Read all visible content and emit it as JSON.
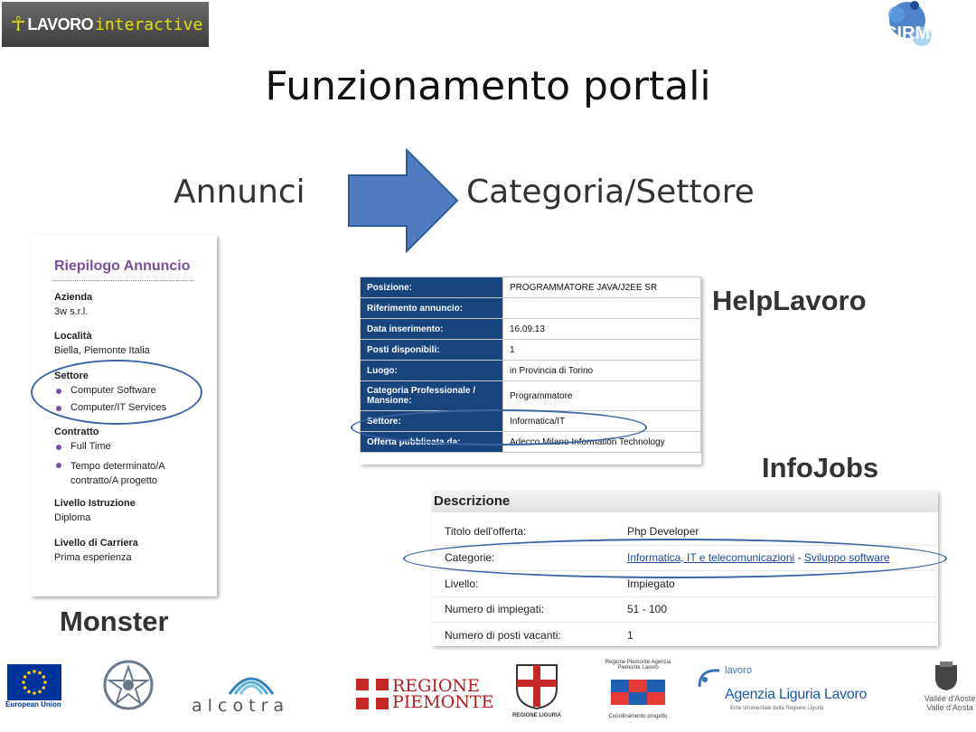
{
  "header": {
    "logo_word1": "LAVORO",
    "logo_word2": "interactive",
    "cirma_logo": "CIRMA",
    "title": "Funzionamento portali"
  },
  "flow": {
    "left_word": "Annunci",
    "right_word": "Categoria/Settore",
    "arrow_color": "#4f7bc0"
  },
  "monster": {
    "brand": "Monster",
    "heading": "Riepilogo Annuncio",
    "fields": [
      {
        "label": "Azienda",
        "value": "3w s.r.l."
      },
      {
        "label": "Località",
        "value": "Biella, Piemonte Italia"
      },
      {
        "label": "Settore",
        "bullets": [
          "Computer Software",
          "Computer/IT Services"
        ]
      },
      {
        "label": "Contratto",
        "bullets": [
          "Full Time",
          "Tempo determinato/A contratto/A progetto"
        ]
      },
      {
        "label": "Livello Istruzione",
        "value": "Diploma"
      },
      {
        "label": "Livello di Carriera",
        "value": "Prima esperienza"
      }
    ]
  },
  "helplavoro": {
    "brand": "HelpLavoro",
    "rows": [
      {
        "label": "Posizione:",
        "value": "PROGRAMMATORE JAVA/J2EE SR"
      },
      {
        "label": "Riferimento annuncio:",
        "value": ""
      },
      {
        "label": "Data inserimento:",
        "value": "16.09.13"
      },
      {
        "label": "Posti disponibili:",
        "value": "1"
      },
      {
        "label": "Luogo:",
        "value": "in Provincia di Torino"
      },
      {
        "label": "Categoria Professionale / Mansione:",
        "value": "Programmatore"
      },
      {
        "label": "Settore:",
        "value": "Informatica/IT"
      },
      {
        "label": "Offerta pubblicata da:",
        "value": "Adecco Milano Information Technology"
      }
    ]
  },
  "infojobs": {
    "brand": "InfoJobs",
    "heading": "Descrizione",
    "rows": [
      {
        "label": "Titolo dell'offerta:",
        "value": "Php Developer"
      },
      {
        "label": "Categorie:",
        "link1": "Informatica, IT e telecomunicazioni",
        "sep": " - ",
        "link2": "Sviluppo software"
      },
      {
        "label": "Livello:",
        "value": "Impiegato"
      },
      {
        "label": "Numero di impiegati:",
        "value": "51 - 100"
      },
      {
        "label": "Numero di posti vacanti:",
        "value": "1"
      }
    ]
  },
  "footer": {
    "eu_text": "European Union",
    "alcotra": "a l c o t r a",
    "regione_piemonte_1": "REGIONE",
    "regione_piemonte_2": "PIEMONTE",
    "regione_liguria": "REGIONE LIGURIA",
    "agenzia_small": "Regione Piemonte Agenzia Piemonte Lavoro",
    "agenzia_small_bottom": "Coordinamento progetto",
    "liguria_lavoro_small": "lavoro",
    "liguria_lavoro": "Agenzia Liguria Lavoro",
    "liguria_lavoro_sub": "Ente strumentale della Regione Liguria",
    "aoste_1": "Vallée d'Aoste",
    "aoste_2": "Valle d'Aosta"
  }
}
